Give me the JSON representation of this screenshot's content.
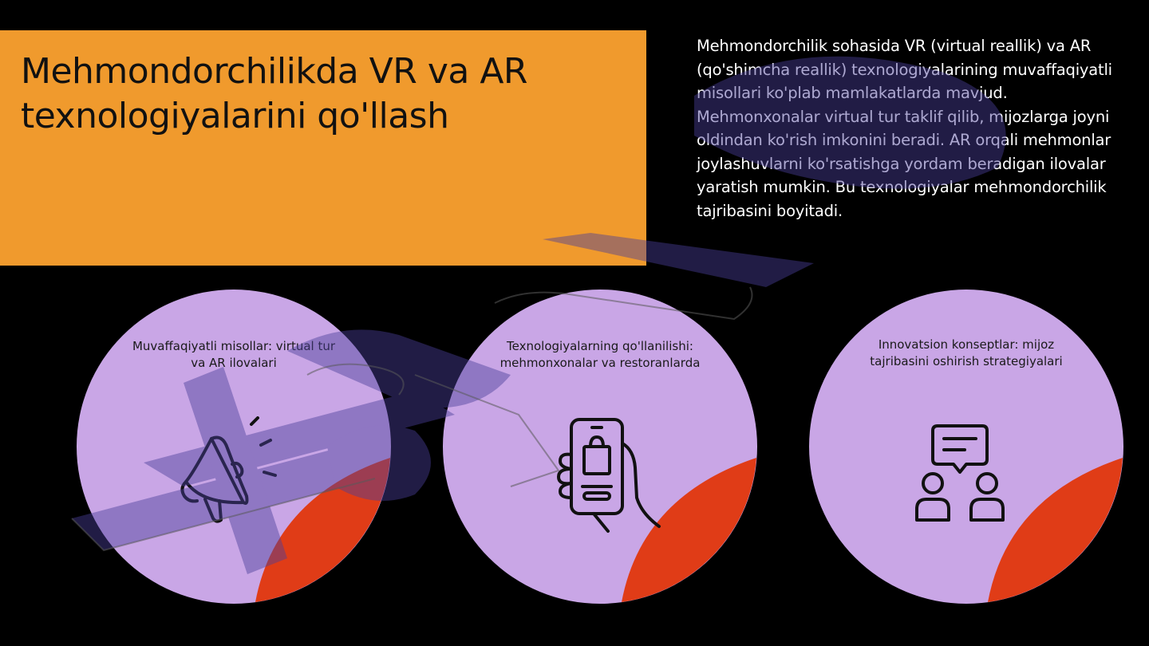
{
  "slide": {
    "title": "Mehmondorchilikda VR va AR texnologiyalarini qo'llash",
    "body": "Mehmondorchilik sohasida VR (virtual reallik) va AR (qo'shimcha reallik) texnologiyalarining muvaffaqiyatli misollari ko'plab mamlakatlarda mavjud. Mehmonxonalar virtual tur taklif qilib, mijozlarga joyni oldindan ko'rish imkonini beradi. AR orqali mehmonlar joylashuvlarni ko'rsatishga yordam beradigan ilovalar yaratish mumkin. Bu texnologiyalar mehmondorchilik tajribasini boyitadi."
  },
  "cards": [
    {
      "label": "Muvaffaqiyatli misollar: virtual tur va AR ilovalari",
      "icon": "megaphone-icon"
    },
    {
      "label": "Texnologiyalarning qo'llanilishi: mehmonxonalar va restoranlarda",
      "icon": "smartphone-shopping-bag-icon"
    },
    {
      "label": "Innovatsion konseptlar: mijoz tajribasini oshirish strategiyalari",
      "icon": "people-chat-icon"
    }
  ],
  "colors": {
    "background": "#000000",
    "title_box": "#f09a2d",
    "circle": "#c9a6e6",
    "corner_fold": "#e03c17",
    "watermark": "#4a3f9a"
  }
}
